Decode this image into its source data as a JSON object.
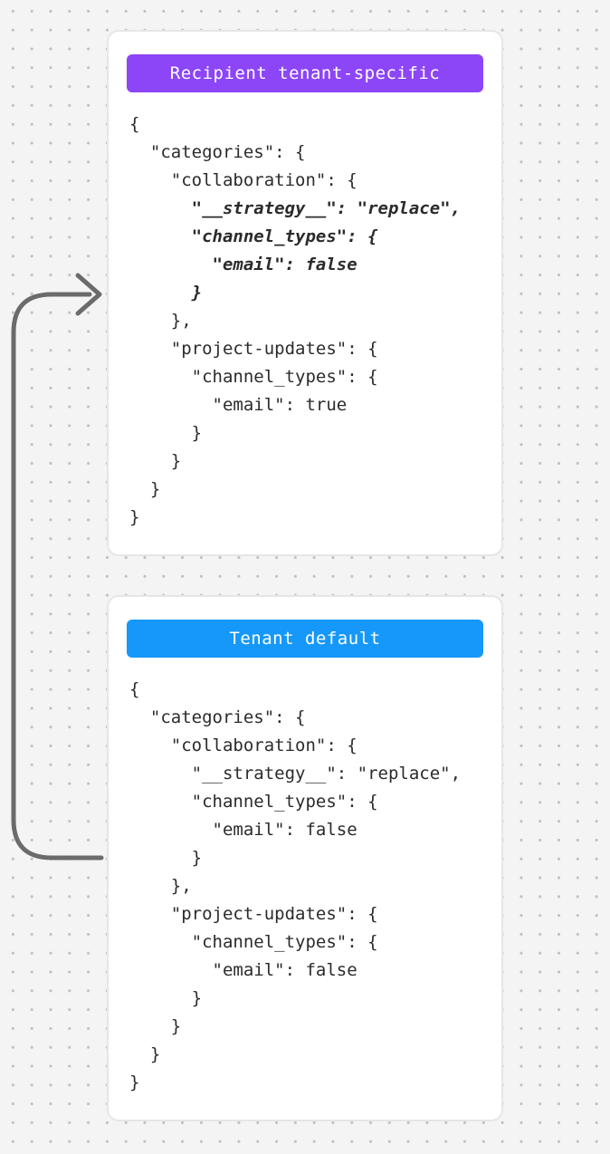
{
  "canvas": {
    "bg_color": "#f4f4f4",
    "dot_color": "#c1c1c1"
  },
  "arrow": {
    "color": "#6b6b6b",
    "meaning": "tenant-default-merges-into-recipient-tenant-specific"
  },
  "cards": [
    {
      "id": "recipient-tenant-specific",
      "badge": {
        "label": "Recipient tenant-specific",
        "color": "#8c45f7"
      },
      "code_lines": [
        {
          "t": "{",
          "em": false
        },
        {
          "t": "  \"categories\": {",
          "em": false
        },
        {
          "t": "    \"collaboration\": {",
          "em": false
        },
        {
          "t": "      \"__strategy__\": \"replace\",",
          "em": true
        },
        {
          "t": "      \"channel_types\": {",
          "em": true
        },
        {
          "t": "        \"email\": false",
          "em": true
        },
        {
          "t": "      }",
          "em": true
        },
        {
          "t": "    },",
          "em": false
        },
        {
          "t": "    \"project-updates\": {",
          "em": false
        },
        {
          "t": "      \"channel_types\": {",
          "em": false
        },
        {
          "t": "        \"email\": true",
          "em": false
        },
        {
          "t": "      }",
          "em": false
        },
        {
          "t": "    }",
          "em": false
        },
        {
          "t": "  }",
          "em": false
        },
        {
          "t": "}",
          "em": false
        }
      ]
    },
    {
      "id": "tenant-default",
      "badge": {
        "label": "Tenant default",
        "color": "#1598fa"
      },
      "code_lines": [
        {
          "t": "{",
          "em": false
        },
        {
          "t": "  \"categories\": {",
          "em": false
        },
        {
          "t": "    \"collaboration\": {",
          "em": false
        },
        {
          "t": "      \"__strategy__\": \"replace\",",
          "em": false
        },
        {
          "t": "      \"channel_types\": {",
          "em": false
        },
        {
          "t": "        \"email\": false",
          "em": false
        },
        {
          "t": "      }",
          "em": false
        },
        {
          "t": "    },",
          "em": false
        },
        {
          "t": "    \"project-updates\": {",
          "em": false
        },
        {
          "t": "      \"channel_types\": {",
          "em": false
        },
        {
          "t": "        \"email\": false",
          "em": false
        },
        {
          "t": "      }",
          "em": false
        },
        {
          "t": "    }",
          "em": false
        },
        {
          "t": "  }",
          "em": false
        },
        {
          "t": "}",
          "em": false
        }
      ]
    }
  ]
}
